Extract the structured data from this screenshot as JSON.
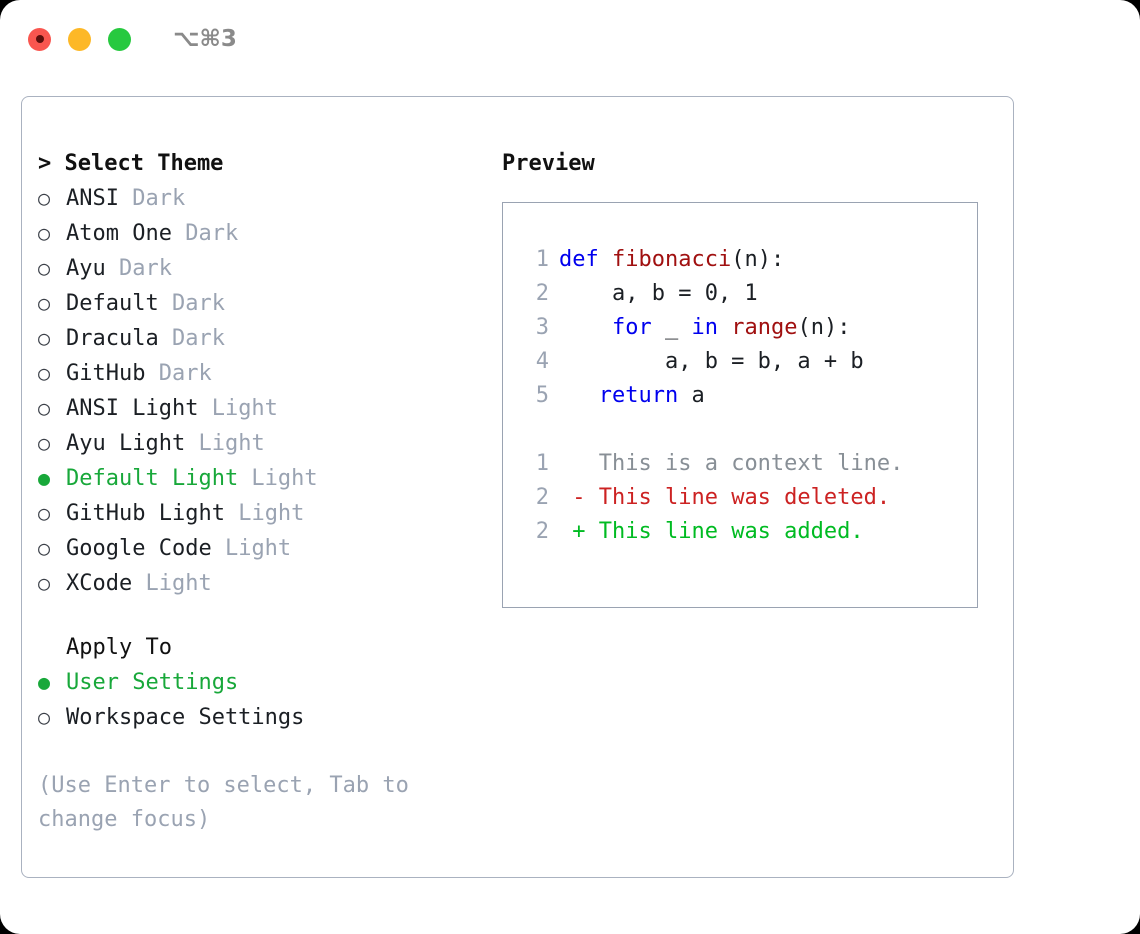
{
  "titlebar": {
    "shortcut": "⌥⌘3",
    "buttons": [
      {
        "name": "close",
        "color": "#f9564f"
      },
      {
        "name": "minimize",
        "color": "#fdb827"
      },
      {
        "name": "maximize",
        "color": "#27c93f"
      }
    ]
  },
  "theme_picker": {
    "title": "> Select Theme",
    "selected_marker": "●",
    "unselected_marker": "○",
    "items": [
      {
        "label": "ANSI",
        "suffix": "Dark",
        "selected": false
      },
      {
        "label": "Atom One",
        "suffix": "Dark",
        "selected": false
      },
      {
        "label": "Ayu",
        "suffix": "Dark",
        "selected": false
      },
      {
        "label": "Default",
        "suffix": "Dark",
        "selected": false
      },
      {
        "label": "Dracula",
        "suffix": "Dark",
        "selected": false
      },
      {
        "label": "GitHub",
        "suffix": "Dark",
        "selected": false
      },
      {
        "label": "ANSI Light",
        "suffix": "Light",
        "selected": false
      },
      {
        "label": "Ayu Light",
        "suffix": "Light",
        "selected": false
      },
      {
        "label": "Default Light",
        "suffix": "Light",
        "selected": true
      },
      {
        "label": "GitHub Light",
        "suffix": "Light",
        "selected": false
      },
      {
        "label": "Google Code",
        "suffix": "Light",
        "selected": false
      },
      {
        "label": "XCode",
        "suffix": "Light",
        "selected": false
      }
    ]
  },
  "apply_to": {
    "heading": "Apply To",
    "items": [
      {
        "label": "User Settings",
        "selected": true
      },
      {
        "label": "Workspace Settings",
        "selected": false
      }
    ]
  },
  "hint": "(Use Enter to select, Tab to change focus)",
  "preview": {
    "title": "Preview",
    "code_lines": [
      {
        "num": "1",
        "tokens": [
          {
            "t": "def ",
            "c": "kw"
          },
          {
            "t": "fibonacci",
            "c": "fn"
          },
          {
            "t": "(n):",
            "c": "plain"
          }
        ]
      },
      {
        "num": "2",
        "tokens": [
          {
            "t": "    a, b = 0, 1",
            "c": "plain"
          }
        ]
      },
      {
        "num": "3",
        "tokens": [
          {
            "t": "    ",
            "c": "plain"
          },
          {
            "t": "for",
            "c": "kw"
          },
          {
            "t": " _ ",
            "c": "plain"
          },
          {
            "t": "in",
            "c": "kw"
          },
          {
            "t": " ",
            "c": "plain"
          },
          {
            "t": "range",
            "c": "fn"
          },
          {
            "t": "(n):",
            "c": "plain"
          }
        ]
      },
      {
        "num": "4",
        "tokens": [
          {
            "t": "        a, b = b, a + b",
            "c": "plain"
          }
        ]
      },
      {
        "num": "5",
        "tokens": [
          {
            "t": "   ",
            "c": "plain"
          },
          {
            "t": "return",
            "c": "kw"
          },
          {
            "t": " a",
            "c": "plain"
          }
        ]
      }
    ],
    "diff_lines": [
      {
        "num": "1",
        "sign": " ",
        "text": " This is a context line.",
        "kind": "context"
      },
      {
        "num": "2",
        "sign": "-",
        "text": " This line was deleted.",
        "kind": "del"
      },
      {
        "num": "2",
        "sign": "+",
        "text": " This line was added.",
        "kind": "add"
      }
    ]
  },
  "colors": {
    "accent_green": "#18a83a",
    "diff_add": "#00bb22",
    "diff_del": "#cc2222",
    "keyword_blue": "#0000ee",
    "function_red": "#a01010",
    "muted_gray": "#9aa3b2",
    "border": "#aab2c0"
  }
}
